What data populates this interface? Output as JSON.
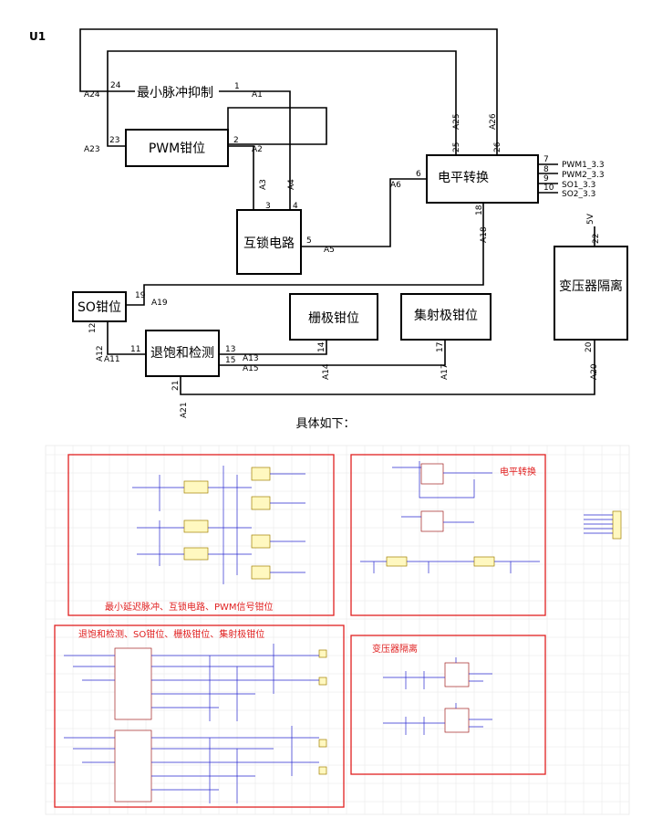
{
  "u1_label": "U1",
  "blocks": {
    "min_pulse": "最小脉冲抑制",
    "pwm_clamp": "PWM钳位",
    "interlock": "互锁电路",
    "level_shift": "电平转换",
    "so_clamp": "SO钳位",
    "gate_clamp": "栅极钳位",
    "emitter_clamp": "集射极钳位",
    "transformer": "变压器隔离",
    "desat": "退饱和检测"
  },
  "pins": {
    "p24": "24",
    "p1": "1",
    "p23": "23",
    "p2": "2",
    "p3": "3",
    "p4": "4",
    "p5": "5",
    "p6": "6",
    "p25": "25",
    "p26": "26",
    "p7": "7",
    "p8": "8",
    "p9": "9",
    "p10": "10",
    "p18": "18",
    "p22": "22",
    "p19": "19",
    "p12": "12",
    "p11": "11",
    "p13": "13",
    "p15": "15",
    "p14": "14",
    "p17": "17",
    "p20": "20",
    "p21": "21"
  },
  "nets": {
    "a24": "A24",
    "a1": "A1",
    "a23": "A23",
    "a2": "A2",
    "a3": "A3",
    "a4": "A4",
    "a5": "A5",
    "a6": "A6",
    "a25": "A25",
    "a26": "A26",
    "a18": "A18",
    "a19": "A19",
    "a12": "A12",
    "a11": "A11",
    "a13": "A13",
    "a15": "A15",
    "a14": "A14",
    "a17": "A17",
    "a20": "A20",
    "a21": "A21"
  },
  "outputs": [
    "PWM1_3.3",
    "PWM2_3.3",
    "SO1_3.3",
    "SO2_3.3"
  ],
  "supply": "5V",
  "caption": "具体如下：",
  "panels": {
    "p1": "最小延迟脉冲、互锁电路、PWM信号钳位",
    "p2": "电平转换",
    "p3": "退饱和检测、SO钳位、栅极钳位、集射极钳位",
    "p4": "变压器隔离"
  }
}
